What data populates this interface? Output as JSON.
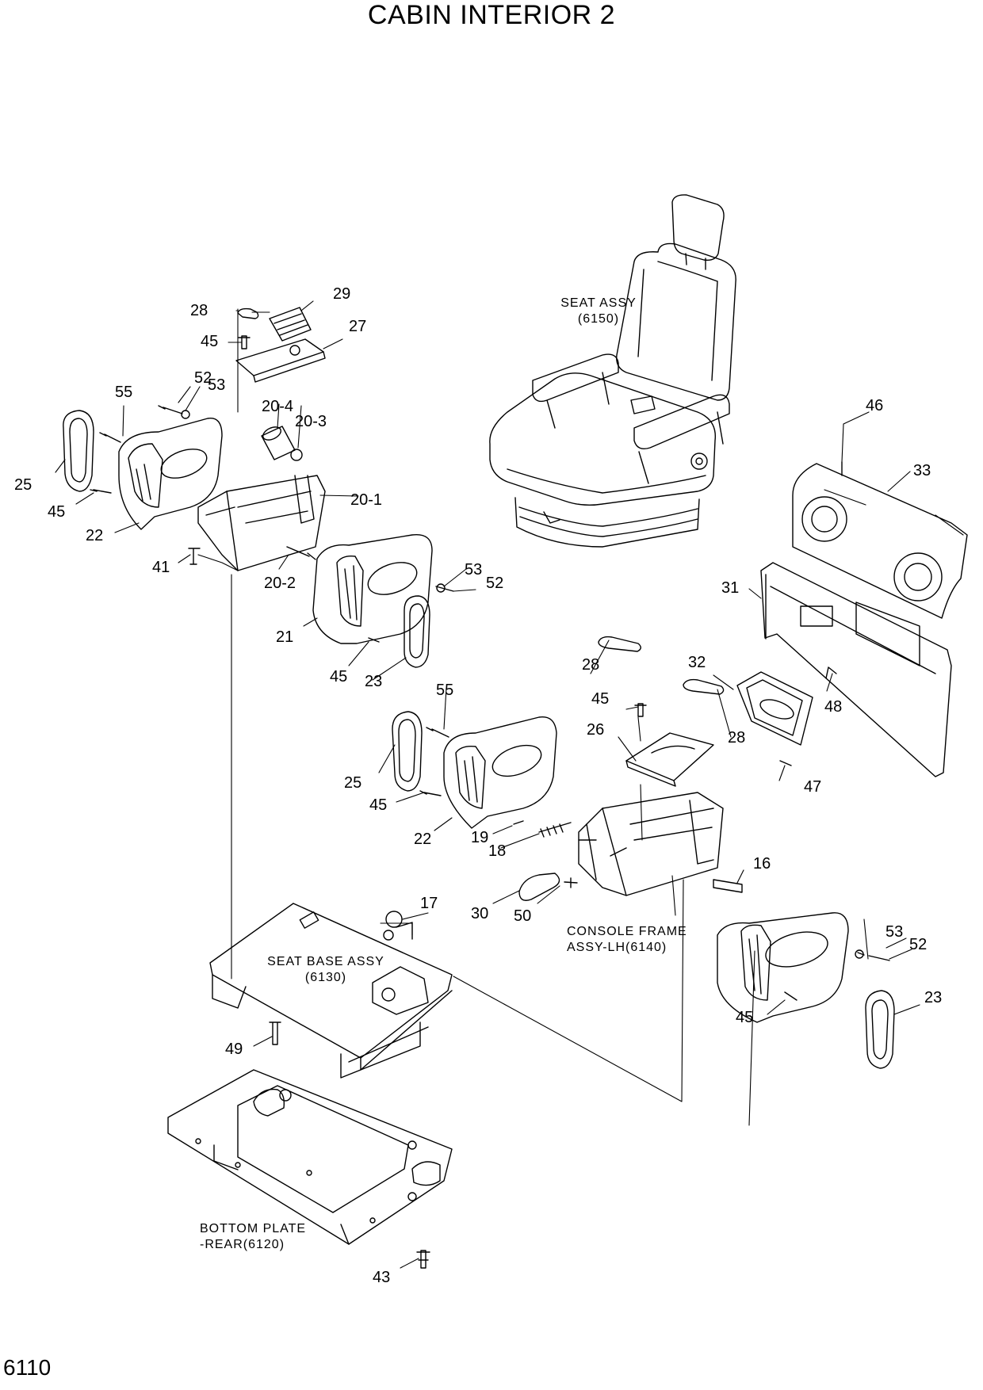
{
  "title": "CABIN INTERIOR 2",
  "page_number": "6110",
  "assemblies": {
    "seat_assy": [
      "SEAT ASSY",
      "(6150)"
    ],
    "seat_base_assy": [
      "SEAT BASE ASSY",
      "(6130)"
    ],
    "console_frame_assy": [
      "CONSOLE FRAME",
      "ASSY-LH(6140)"
    ],
    "bottom_plate": [
      "BOTTOM PLATE",
      "-REAR(6120)"
    ]
  },
  "callouts": [
    "28",
    "29",
    "45",
    "27",
    "52",
    "53",
    "55",
    "20-4",
    "20-3",
    "25",
    "45",
    "20-1",
    "22",
    "41",
    "20-2",
    "53",
    "52",
    "21",
    "45",
    "23",
    "46",
    "33",
    "31",
    "32",
    "48",
    "28",
    "45",
    "26",
    "28",
    "55",
    "25",
    "45",
    "22",
    "19",
    "18",
    "16",
    "47",
    "17",
    "30",
    "50",
    "53",
    "52",
    "23",
    "45",
    "49",
    "43"
  ]
}
